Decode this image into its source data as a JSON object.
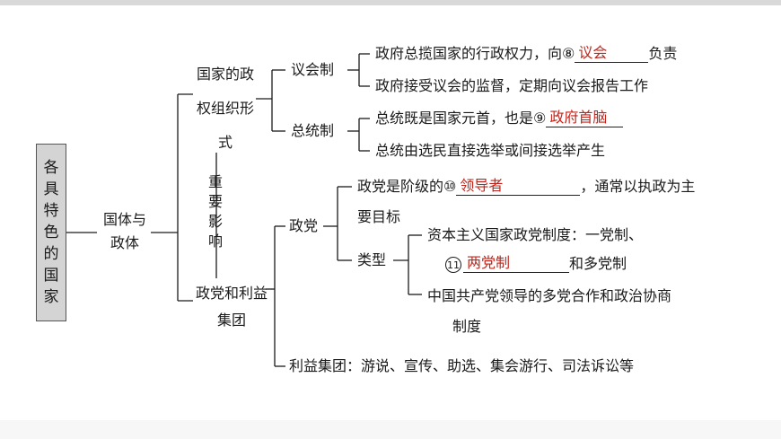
{
  "root": "各具特色的国家",
  "level1": "国体与政体",
  "branch_org": "国家的政权组织形式",
  "branch_influence": "重要影响",
  "branch_party": "政党和利益集团",
  "parliamentary": {
    "label": "议会制",
    "line1_pre": "政府总揽国家的行政权力，向⑧",
    "line1_answer": "议会",
    "line1_post": "负责",
    "line2": "政府接受议会的监督，定期向议会报告工作"
  },
  "presidential": {
    "label": "总统制",
    "line1_pre": "总统既是国家元首，也是⑨",
    "line1_answer": "政府首脑",
    "line2": "总统由选民直接选举或间接选举产生"
  },
  "party": {
    "label": "政党",
    "line1_pre": "政党是阶级的⑩",
    "line1_answer": "领导者",
    "line1_post": "，通常以执政为主",
    "line1_cont": "要目标",
    "types_label": "类型",
    "type1": "资本主义国家政党制度：一党制、",
    "type1b_num": "11",
    "type1b_answer": "两党制",
    "type1b_post": "和多党制",
    "type2": "中国共产党领导的多党合作和政治协商",
    "type2_cont": "制度"
  },
  "interest_groups": "利益集团：游说、宣传、助选、集会游行、司法诉讼等"
}
